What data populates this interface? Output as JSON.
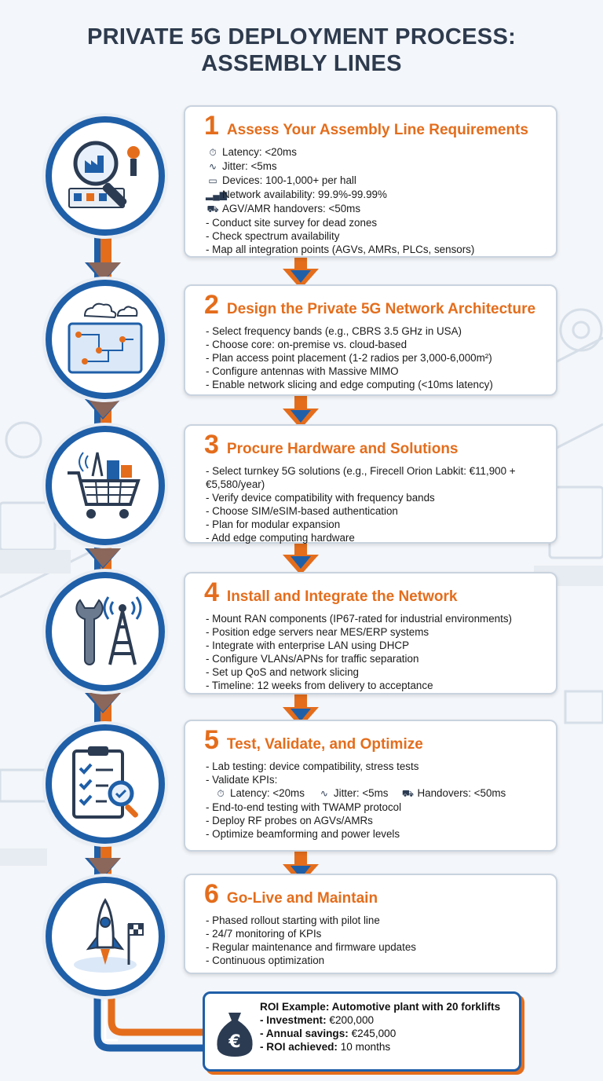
{
  "title_line1": "PRIVATE 5G DEPLOYMENT PROCESS:",
  "title_line2": "ASSEMBLY LINES",
  "colors": {
    "orange": "#e46d1c",
    "blue": "#1f5fa8",
    "navy": "#2e3b4e"
  },
  "steps": [
    {
      "num": "1",
      "title": "Assess Your Assembly Line Requirements",
      "icon": "magnifier-factory-icon",
      "metrics": [
        {
          "icon": "stopwatch-icon",
          "text": "Latency: <20ms"
        },
        {
          "icon": "pulse-icon",
          "text": "Jitter: <5ms"
        },
        {
          "icon": "devices-icon",
          "text": "Devices: 100-1,000+ per hall"
        },
        {
          "icon": "signal-bars-icon",
          "text": "Network availability: 99.9%-99.99%"
        },
        {
          "icon": "vehicle-icon",
          "text": "AGV/AMR handovers: <50ms"
        }
      ],
      "items": [
        "- Conduct site survey for dead zones",
        "- Check spectrum availability",
        "- Map all integration points (AGVs, AMRs, PLCs, sensors)"
      ]
    },
    {
      "num": "2",
      "title": "Design the Private 5G Network Architecture",
      "icon": "network-blueprint-icon",
      "items": [
        "- Select frequency bands (e.g., CBRS 3.5 GHz in USA)",
        "- Choose core: on-premise vs. cloud-based",
        "- Plan access point placement (1-2 radios per 3,000-6,000m²)",
        "- Configure antennas with Massive MIMO",
        "- Enable network slicing and edge computing (<10ms latency)"
      ]
    },
    {
      "num": "3",
      "title": "Procure Hardware and Solutions",
      "icon": "shopping-cart-icon",
      "items": [
        "- Select turnkey 5G solutions (e.g., Firecell Orion Labkit: €11,900 + €5,580/year)",
        "- Verify device compatibility with frequency bands",
        "- Choose SIM/eSIM-based authentication",
        "- Plan for modular expansion",
        "- Add edge computing hardware"
      ]
    },
    {
      "num": "4",
      "title": "Install and Integrate the Network",
      "icon": "wrench-tower-icon",
      "items": [
        "- Mount RAN components (IP67-rated for industrial environments)",
        "- Position edge servers near MES/ERP systems",
        "- Integrate with enterprise LAN using DHCP",
        "- Configure VLANs/APNs for traffic separation",
        "- Set up QoS and network slicing",
        "- Timeline: 12 weeks from delivery to acceptance"
      ]
    },
    {
      "num": "5",
      "title": "Test, Validate, and Optimize",
      "icon": "checklist-magnifier-icon",
      "items_before": [
        "- Lab testing: device compatibility, stress tests",
        "- Validate KPIs:"
      ],
      "kpis": [
        {
          "icon": "stopwatch-icon",
          "text": "Latency: <20ms"
        },
        {
          "icon": "pulse-icon",
          "text": "Jitter: <5ms"
        },
        {
          "icon": "vehicle-icon",
          "text": "Handovers: <50ms"
        }
      ],
      "items": [
        "- End-to-end testing with TWAMP protocol",
        "- Deploy RF probes on AGVs/AMRs",
        "- Optimize beamforming and power levels"
      ]
    },
    {
      "num": "6",
      "title": "Go-Live and Maintain",
      "icon": "rocket-flag-icon",
      "items": [
        "- Phased rollout starting with pilot line",
        "- 24/7 monitoring of KPIs",
        "- Regular maintenance and firmware updates",
        "- Continuous optimization"
      ]
    }
  ],
  "roi": {
    "icon": "money-bag-euro-icon",
    "heading": "ROI Example: Automotive plant with 20 forklifts",
    "lines": [
      {
        "label": "- Investment:",
        "value": "€200,000"
      },
      {
        "label": "- Annual savings:",
        "value": "€245,000"
      },
      {
        "label": "- ROI achieved:",
        "value": "10 months"
      }
    ]
  }
}
